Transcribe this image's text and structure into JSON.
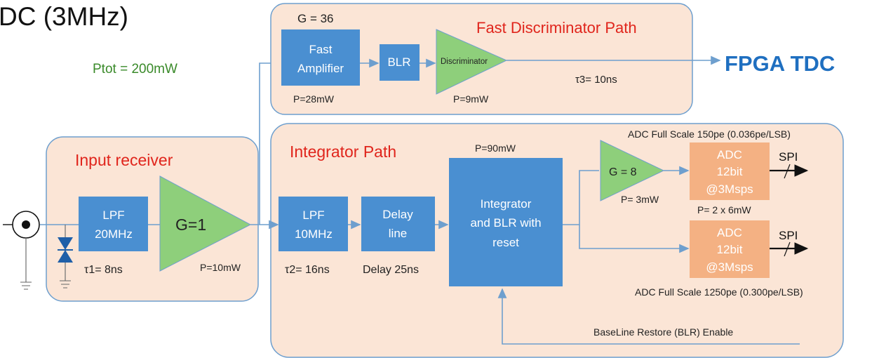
{
  "title_partial": "DC (3MHz)",
  "ptot": "Ptot = 200mW",
  "fpga": "FPGA TDC",
  "fast_path": {
    "gain": "G = 36",
    "title": "Fast Discriminator Path",
    "fast_amp": [
      "Fast",
      "Amplifier"
    ],
    "fast_amp_power": "P=28mW",
    "blr": "BLR",
    "discriminator": "Discriminator",
    "disc_power": "P=9mW",
    "tau3": "τ3= 10ns"
  },
  "input_receiver": {
    "title": "Input receiver",
    "lpf": [
      "LPF",
      "20MHz"
    ],
    "gain": "G=1",
    "tau1": "τ1= 8ns",
    "power": "P=10mW"
  },
  "integrator_path": {
    "title": "Integrator Path",
    "power": "P=90mW",
    "lpf": [
      "LPF",
      "10MHz"
    ],
    "tau2": "τ2= 16ns",
    "delay": [
      "Delay",
      "line"
    ],
    "delay_val": "Delay 25ns",
    "integrator": [
      "Integrator",
      "and BLR with",
      "reset"
    ],
    "gain8": "G = 8",
    "gain8_power": "P= 3mW",
    "adc1": [
      "ADC",
      "12bit",
      "@3Msps"
    ],
    "adc2": [
      "ADC",
      "12bit",
      "@3Msps"
    ],
    "adc_power": "P= 2 x 6mW",
    "adc_fs_top": "ADC Full Scale  150pe (0.036pe/LSB)",
    "adc_fs_bottom": "ADC Full Scale  1250pe (0.300pe/LSB)",
    "spi1": "SPI",
    "spi2": "SPI",
    "blr_enable": "BaseLine Restore (BLR)  Enable"
  },
  "colors": {
    "panel": "#fbe5d6",
    "block": "#4a8fd1",
    "triangle": "#8ecf7b",
    "adc": "#f4b183",
    "red": "#e0251c",
    "fpga": "#1f6fc0"
  }
}
